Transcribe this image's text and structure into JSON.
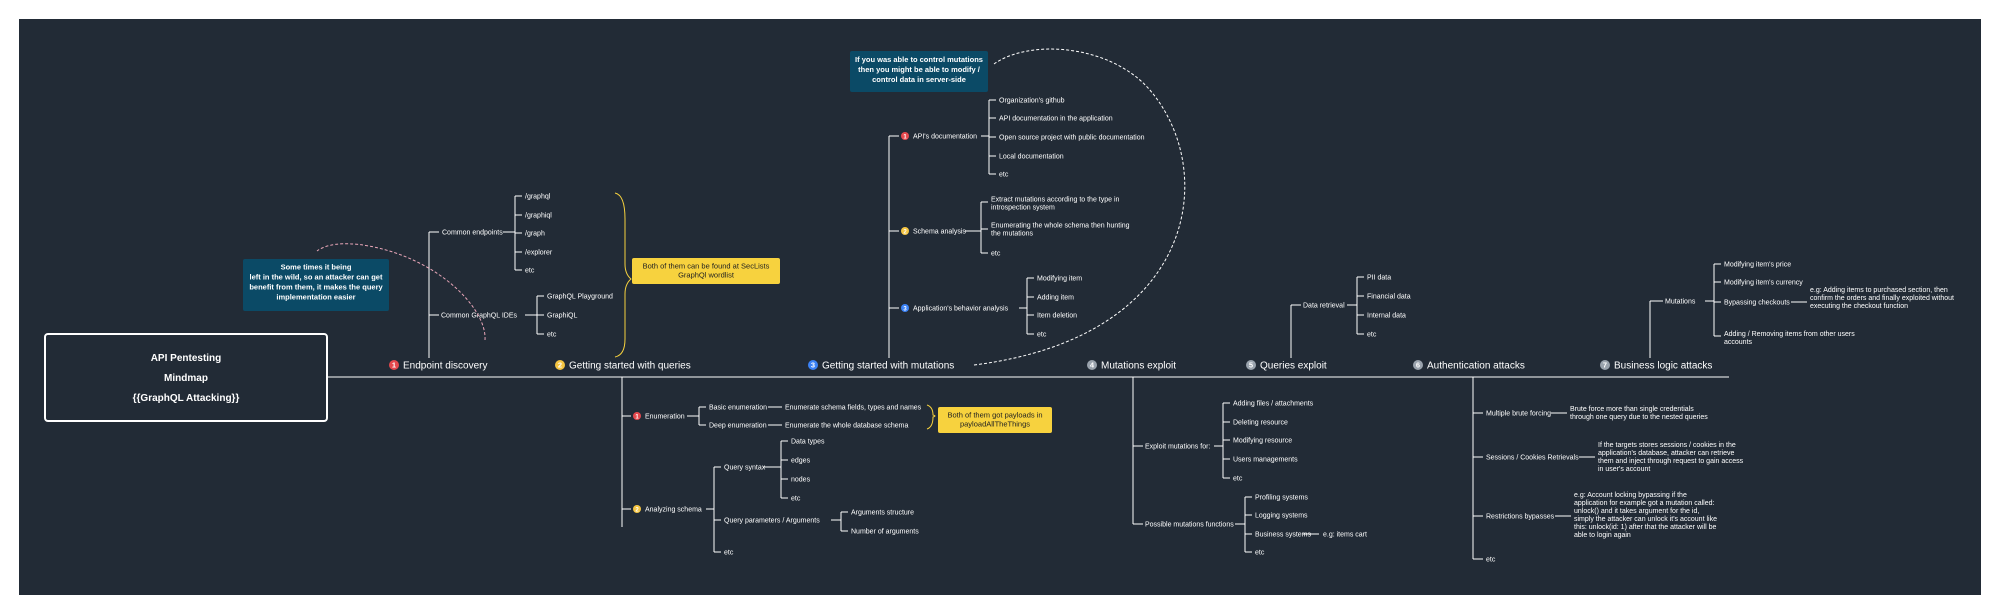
{
  "root": {
    "lines": [
      "API Pentesting",
      "Mindmap",
      "{{GraphQL Attacking}}"
    ]
  },
  "colors": {
    "background": "#222b36",
    "line": "#ffffff",
    "note": "#f7d23e",
    "callout": "#0b4a66",
    "red": "#e5484d",
    "yellow": "#f5c542",
    "blue": "#3b82f6",
    "gray": "#9aa3ad"
  },
  "branches": [
    {
      "num": "1",
      "label": "Endpoint discovery",
      "color": "#e5484d",
      "groups": [
        {
          "label": "Common endpoints",
          "items": [
            "/graphql",
            "/graphiql",
            "/graph",
            "/explorer",
            "etc"
          ]
        },
        {
          "label": "Common GraphQL IDEs",
          "items": [
            "GraphQL Playground",
            "GraphiQL",
            "etc"
          ]
        }
      ],
      "note": [
        "Both of them can be found at SecLists",
        "GraphQl wordlist"
      ],
      "callout": [
        "Some times it being",
        "left in the wild, so an attacker can get",
        "benefit from them, it makes the query",
        "implementation easier"
      ]
    },
    {
      "num": "2",
      "label": "Getting started with queries",
      "color": "#f5c542",
      "groups": [
        {
          "num": "1",
          "label": "Enumeration",
          "children": [
            {
              "label": "Basic enumeration",
              "items": [
                "Enumerate schema fields, types and names"
              ]
            },
            {
              "label": "Deep enumeration",
              "items": [
                "Enumerate the whole database schema"
              ]
            }
          ]
        },
        {
          "num": "2",
          "label": "Analyzing schema",
          "children": [
            {
              "label": "Query syntax",
              "items": [
                "Data types",
                "edges",
                "nodes",
                "etc"
              ]
            },
            {
              "label": "Query parameters / Arguments",
              "items": [
                "Arguments structure",
                "Number of arguments"
              ]
            },
            {
              "label": "etc",
              "items": []
            }
          ]
        }
      ],
      "note": [
        "Both of them got payloads in",
        "payloadAllTheThings"
      ]
    },
    {
      "num": "3",
      "label": "Getting started with mutations",
      "color": "#3b82f6",
      "groups": [
        {
          "num": "1",
          "label": "API's documentation",
          "items": [
            "Organization's github",
            "API documentation in the application",
            "Open source project with public documentation",
            "Local documentation",
            "etc"
          ]
        },
        {
          "num": "2",
          "label": "Schema analysis",
          "items": [
            "Extract mutations according to the type in introspection system",
            "Enumerating the whole schema then hunting the mutations",
            "etc"
          ]
        },
        {
          "num": "3",
          "label": "Application's behavior analysis",
          "items": [
            "Modifying item",
            "Adding item",
            "Item deletion",
            "etc"
          ]
        }
      ],
      "callout": [
        "If you was able to control mutations",
        "then you might be able to modify /",
        "control data in server-side"
      ]
    },
    {
      "num": "4",
      "label": "Mutations exploit",
      "color": "#9aa3ad",
      "groups": [
        {
          "label": "Exploit mutations for:",
          "items": [
            "Adding files / attachments",
            "Deleting resource",
            "Modifying resource",
            "Users managements",
            "etc"
          ]
        },
        {
          "label": "Possible mutations functions",
          "items": [
            "Profiling systems",
            "Logging systems",
            "Business systems",
            "etc"
          ],
          "extra": "e.g: items cart"
        }
      ]
    },
    {
      "num": "5",
      "label": "Queries exploit",
      "color": "#9aa3ad",
      "groups": [
        {
          "label": "Data retrieval",
          "items": [
            "PII data",
            "Financial data",
            "Internal data",
            "etc"
          ]
        }
      ]
    },
    {
      "num": "6",
      "label": "Authentication attacks",
      "color": "#9aa3ad",
      "groups": [
        {
          "label": "Multiple brute forcing",
          "desc": [
            "Brute force more than single credentials",
            "through one query due to the nested queries"
          ]
        },
        {
          "label": "Sessions / Cookies Retrievals",
          "desc": [
            "If the targets stores sessions / cookies in the",
            "application's database, attacker can retrieve",
            "them and inject through request to gain access",
            "in user's account"
          ]
        },
        {
          "label": "Restrictions bypasses",
          "desc": [
            "e.g: Account locking bypassing if the",
            "application for example got a mutation called:",
            "unlock() and it takes argument for the id,",
            "simply the attacker can unlock it's account like",
            "this: unlock(id: 1) after that the attacker will be",
            "able to login again"
          ]
        },
        {
          "label": "etc"
        }
      ]
    },
    {
      "num": "7",
      "label": "Business logic attacks",
      "color": "#9aa3ad",
      "groups": [
        {
          "label": "Mutations",
          "items": [
            "Modifying item's price",
            "Modifying item's currency",
            "Bypassing checkouts",
            "Adding / Removing items from other users accounts"
          ],
          "extra": [
            "e.g: Adding items to purchased section, then",
            "confirm the orders and finally exploited without",
            "executing the checkout function"
          ]
        }
      ]
    }
  ]
}
